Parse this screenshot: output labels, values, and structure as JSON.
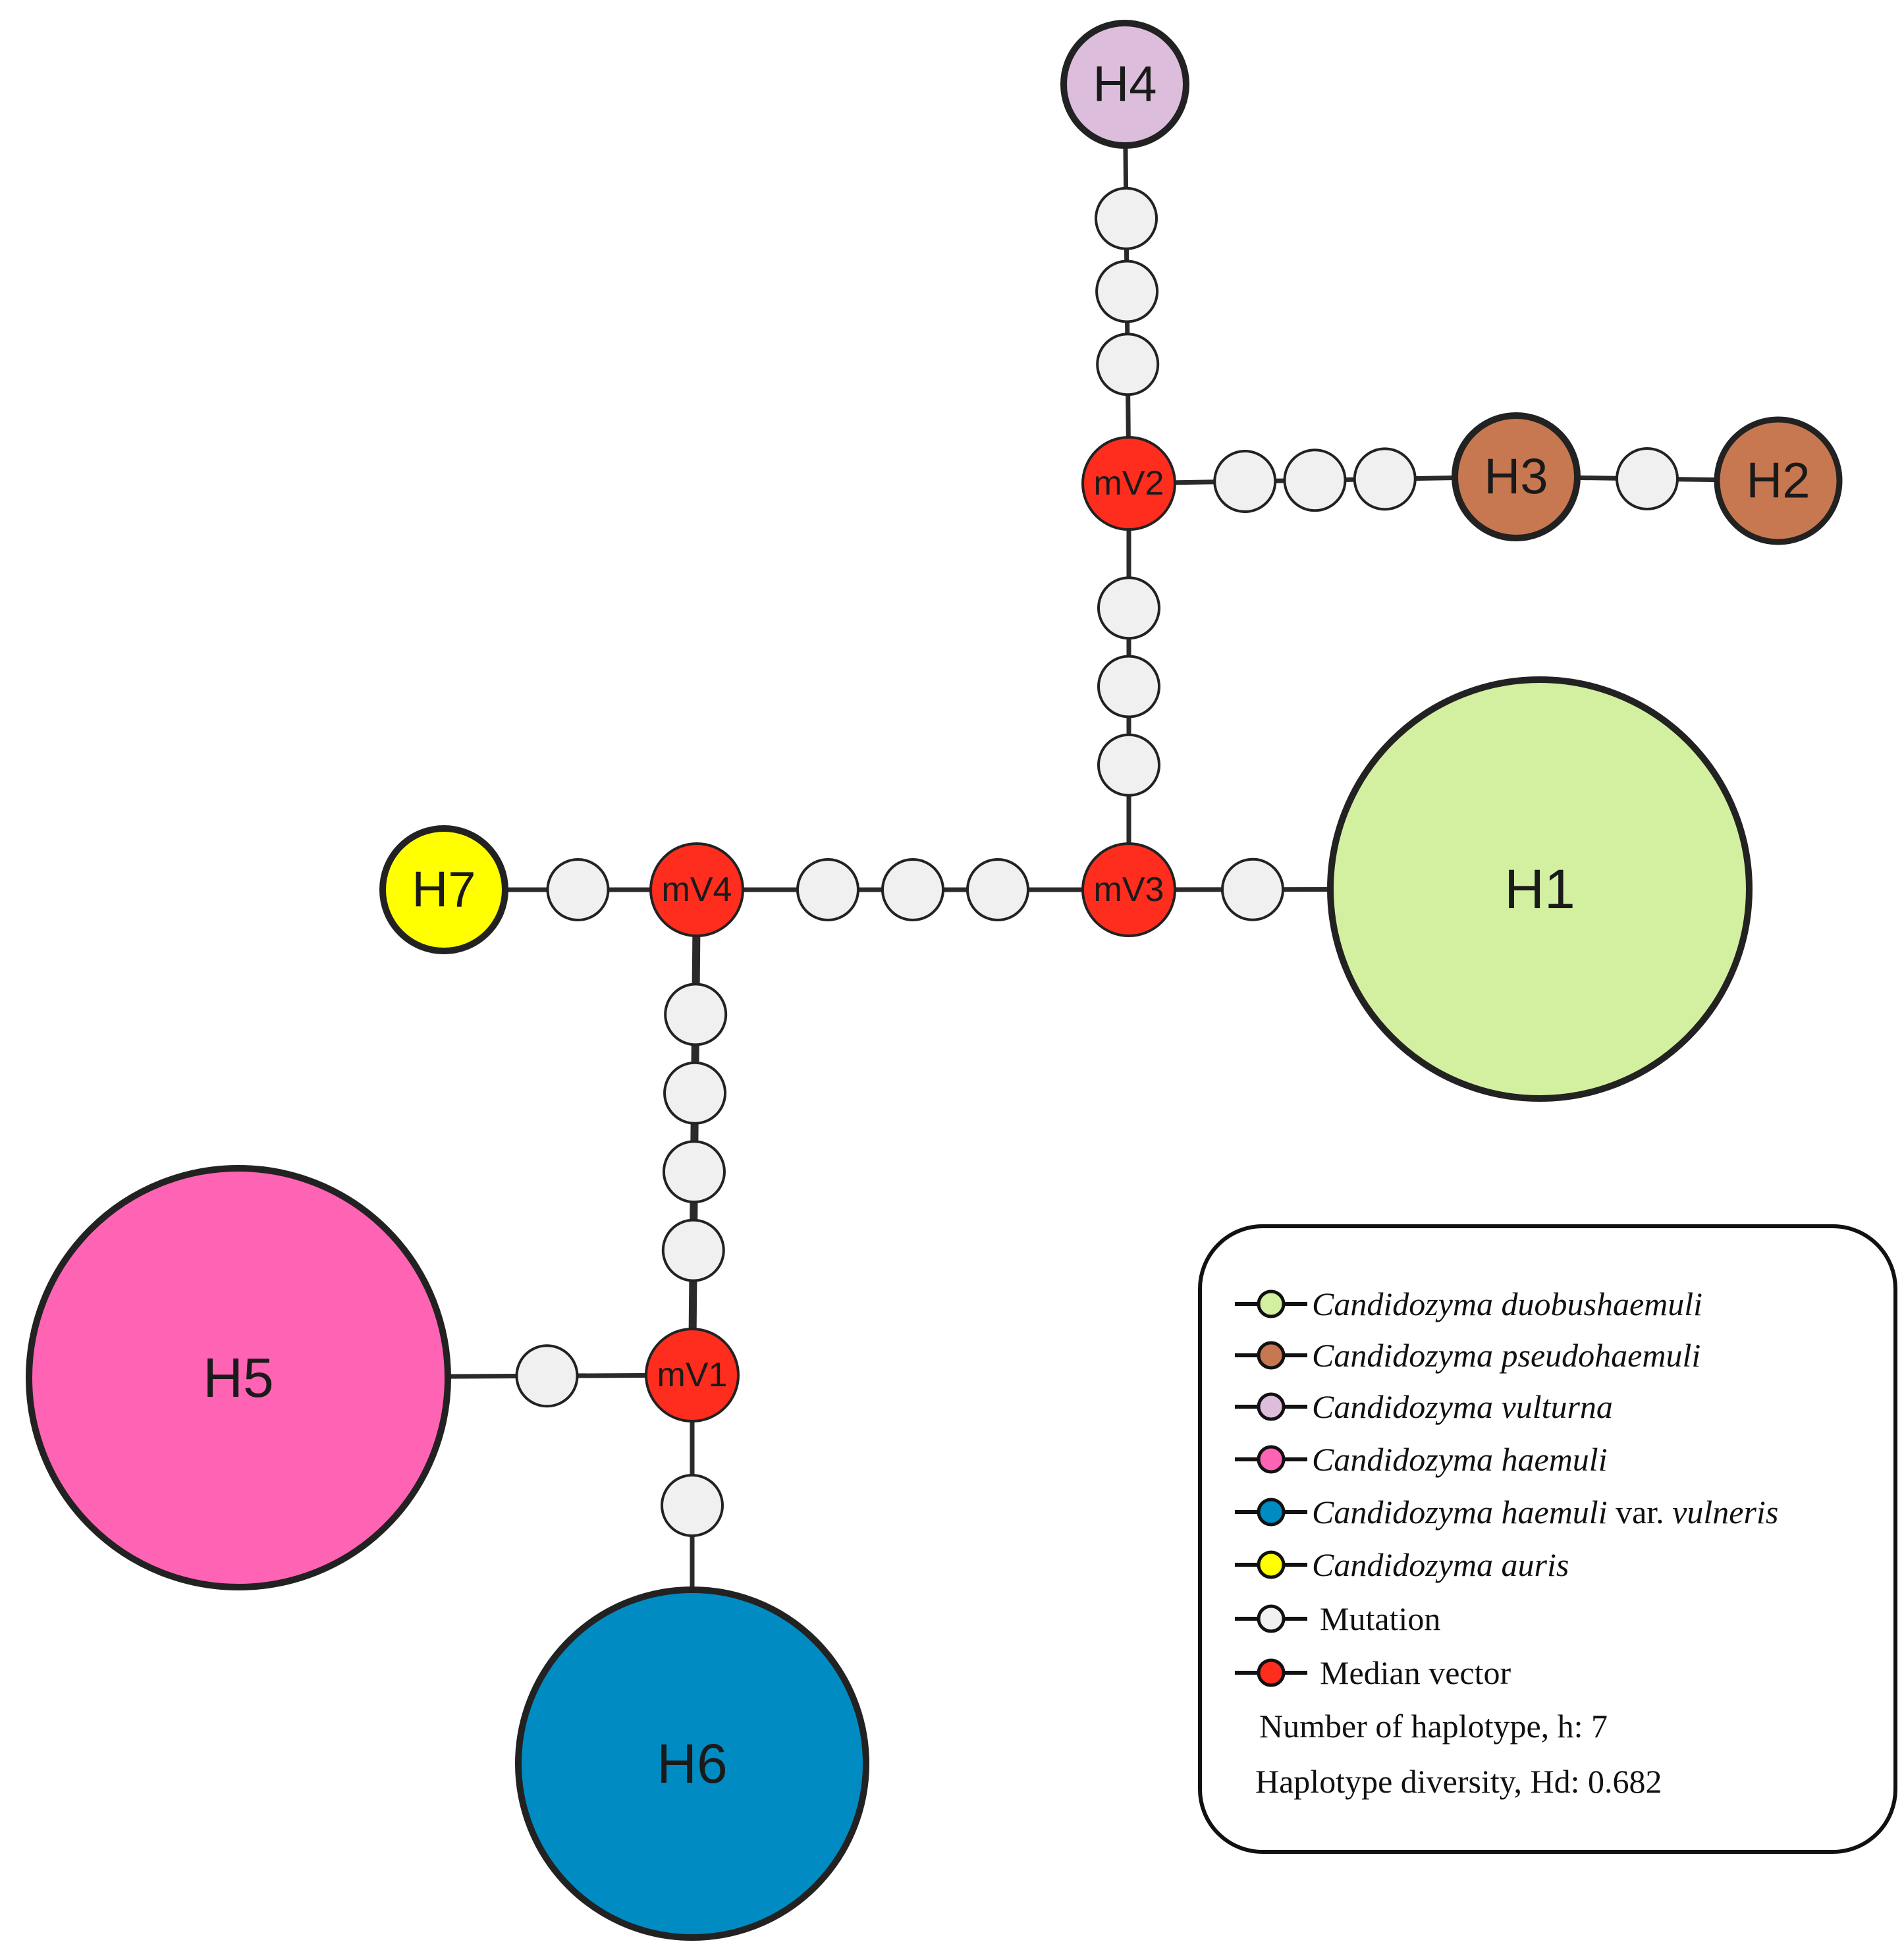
{
  "network": {
    "haplotypes": [
      {
        "id": "H1",
        "label": "H1",
        "species": "Candidozyma duobushaemuli"
      },
      {
        "id": "H2",
        "label": "H2",
        "species": "Candidozyma pseudohaemuli"
      },
      {
        "id": "H3",
        "label": "H3",
        "species": "Candidozyma pseudohaemuli"
      },
      {
        "id": "H4",
        "label": "H4",
        "species": "Candidozyma vulturna"
      },
      {
        "id": "H5",
        "label": "H5",
        "species": "Candidozyma haemuli"
      },
      {
        "id": "H6",
        "label": "H6",
        "species": "Candidozyma haemuli var. vulneris"
      },
      {
        "id": "H7",
        "label": "H7",
        "species": "Candidozyma auris"
      }
    ],
    "median_vectors": [
      {
        "id": "mV1",
        "label": "mV1"
      },
      {
        "id": "mV2",
        "label": "mV2"
      },
      {
        "id": "mV3",
        "label": "mV3"
      },
      {
        "id": "mV4",
        "label": "mV4"
      }
    ],
    "links": [
      {
        "from": "H4",
        "to": "mV2",
        "mutations": 3
      },
      {
        "from": "mV2",
        "to": "H3",
        "mutations": 3
      },
      {
        "from": "H3",
        "to": "H2",
        "mutations": 1
      },
      {
        "from": "mV2",
        "to": "mV3",
        "mutations": 3
      },
      {
        "from": "mV3",
        "to": "H1",
        "mutations": 1
      },
      {
        "from": "mV4",
        "to": "mV3",
        "mutations": 3
      },
      {
        "from": "H7",
        "to": "mV4",
        "mutations": 1
      },
      {
        "from": "mV4",
        "to": "mV1",
        "mutations": 4
      },
      {
        "from": "H5",
        "to": "mV1",
        "mutations": 1
      },
      {
        "from": "mV1",
        "to": "H6",
        "mutations": 1
      }
    ]
  },
  "legend": {
    "entries": [
      {
        "genus": "Candidozyma duobushaemuli",
        "suffix": "",
        "color": "#d2f0a0"
      },
      {
        "genus": "Candidozyma pseudohaemuli",
        "suffix": "",
        "color": "#c87850"
      },
      {
        "genus": "Candidozyma vulturna",
        "suffix": "",
        "color": "#dcbedc"
      },
      {
        "genus": "Candidozyma haemuli",
        "suffix": "",
        "color": "#ff64b4"
      },
      {
        "genus": "Candidozyma haemuli",
        "suffix": " var.",
        "tail": " vulneris",
        "color": "#008cc3"
      },
      {
        "genus": "Candidozyma auris",
        "suffix": "",
        "color": "#ffff00"
      }
    ],
    "mutation_label": "Mutation",
    "median_vector_label": "Median vector",
    "mutation_color": "#f0f0f0",
    "median_vector_color": "#ff2d1e",
    "stats": {
      "haplotype_count": "Number of haplotype, h: 7",
      "haplotype_diversity": "Haplotype diversity, Hd: 0.682"
    }
  },
  "colors": {
    "outline": "#222222",
    "edge": "#2a2a2a"
  }
}
